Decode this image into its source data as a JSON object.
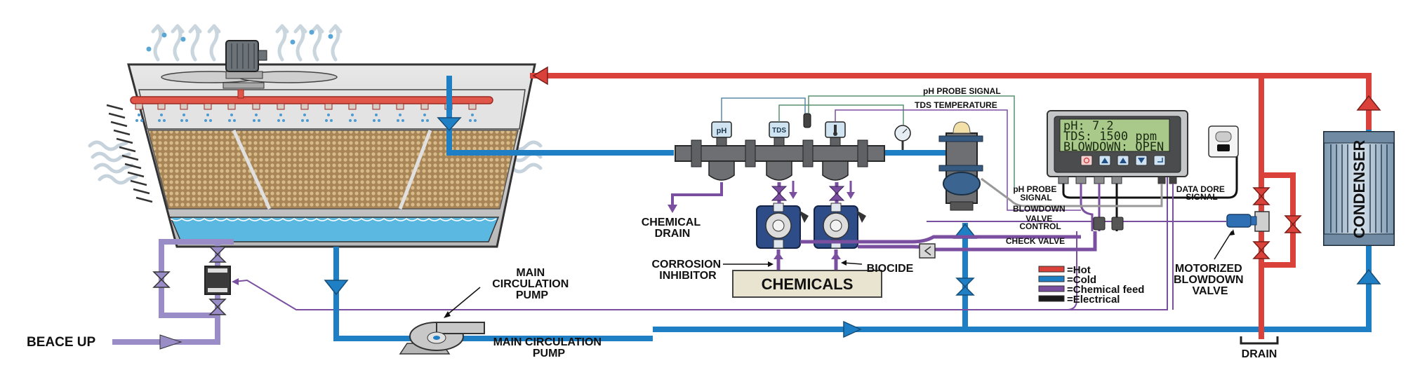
{
  "title": "Cooling Tower Water Treatment System",
  "colors": {
    "hot": "#d9413a",
    "cold": "#1f7fc4",
    "chemical": "#7b4fa0",
    "electrical": "#1a1a1a",
    "makeup": "#9a8cc7",
    "basin_water": "#5bb8e0",
    "fill_media": "#c8a878",
    "lcd_bg": "#a9c98a",
    "chemicals_box": "#e8e4d0"
  },
  "labels": {
    "makeup": "BEACE UP",
    "main_pump_callout": [
      "MAIN",
      "CIRCULATION",
      "PUMP"
    ],
    "main_pump": [
      "MAIN CIRCULATION",
      "PUMP"
    ],
    "chemical_drain": [
      "CHEMICAL",
      "DRAIN"
    ],
    "corrosion_inhibitor": [
      "CORROSION",
      "INHIBITOR"
    ],
    "biocide": "BIOCIDE",
    "chemicals": "CHEMICALS",
    "ph_probe_signal_top": "pH PROBE SIGNAL",
    "tds_temperature": "TDS TEMPERATURE",
    "ph_probe_signal": [
      "pH PROBE",
      "SIGNAL"
    ],
    "blowdown_valve_control": [
      "BLOWDOWN",
      "VALVE",
      "CONTROL"
    ],
    "check_valve": "CHECK VALVE",
    "data_signal": [
      "DATA DORE",
      "SIGNAL"
    ],
    "motorized_blowdown_valve": [
      "MOTORIZED",
      "BLOWDOWN",
      "VALVE"
    ],
    "condenser": "CONDENSER",
    "drain": "DRAIN"
  },
  "sensors": {
    "ph": "pH",
    "tds": "TDS"
  },
  "controller": {
    "lines": [
      "pH:   7.2",
      "TDS: 1500 ppm",
      "BLOWDOWN: OPEN"
    ],
    "readings": {
      "ph": 7.2,
      "tds_ppm": 1500,
      "blowdown": "OPEN"
    },
    "buttons": [
      "power",
      "up",
      "up",
      "down",
      "enter"
    ]
  },
  "legend": [
    {
      "key": "hot",
      "label": "=Hot"
    },
    {
      "key": "cold",
      "label": "=Cold"
    },
    {
      "key": "chemical",
      "label": "=Chemical feed"
    },
    {
      "key": "electrical",
      "label": "=Electrical"
    }
  ]
}
